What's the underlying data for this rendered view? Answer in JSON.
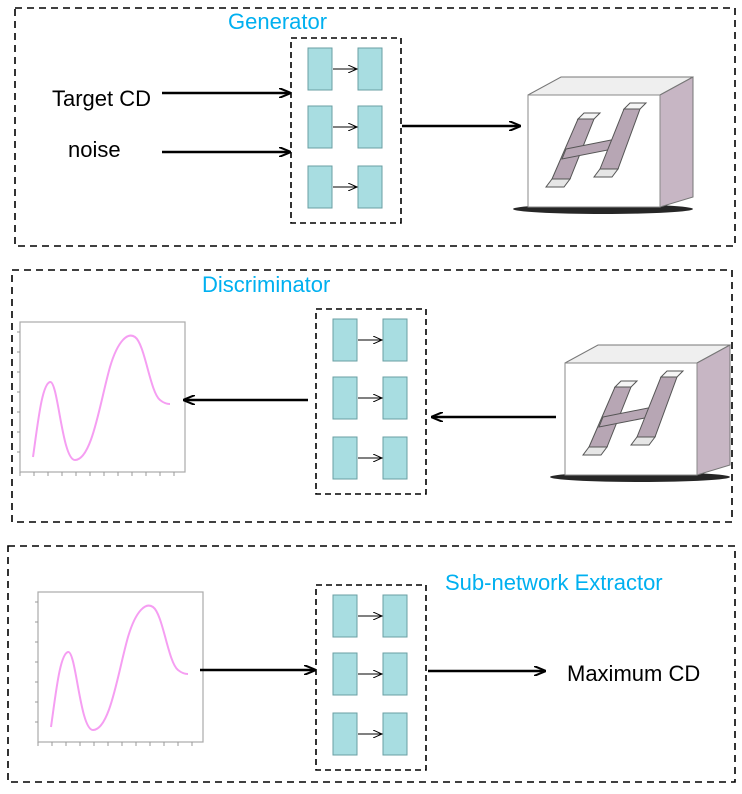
{
  "panels": {
    "generator": {
      "title": "Generator",
      "input_target": "Target CD",
      "input_noise": "noise"
    },
    "discriminator": {
      "title": "Discriminator"
    },
    "extractor": {
      "title": "Sub-network Extractor",
      "output": "Maximum CD"
    }
  },
  "colors": {
    "title": "#00b0f0",
    "block_fill": "#a8dde1",
    "block_stroke": "#6a9fa3",
    "curve": "#f59ef2",
    "cube_front": "#ffffff",
    "cube_side": "#c9b8c4",
    "cube_top": "#eeeeee"
  },
  "icons": [
    "network-block-icon",
    "h-cube-icon",
    "cd-plot-icon"
  ]
}
